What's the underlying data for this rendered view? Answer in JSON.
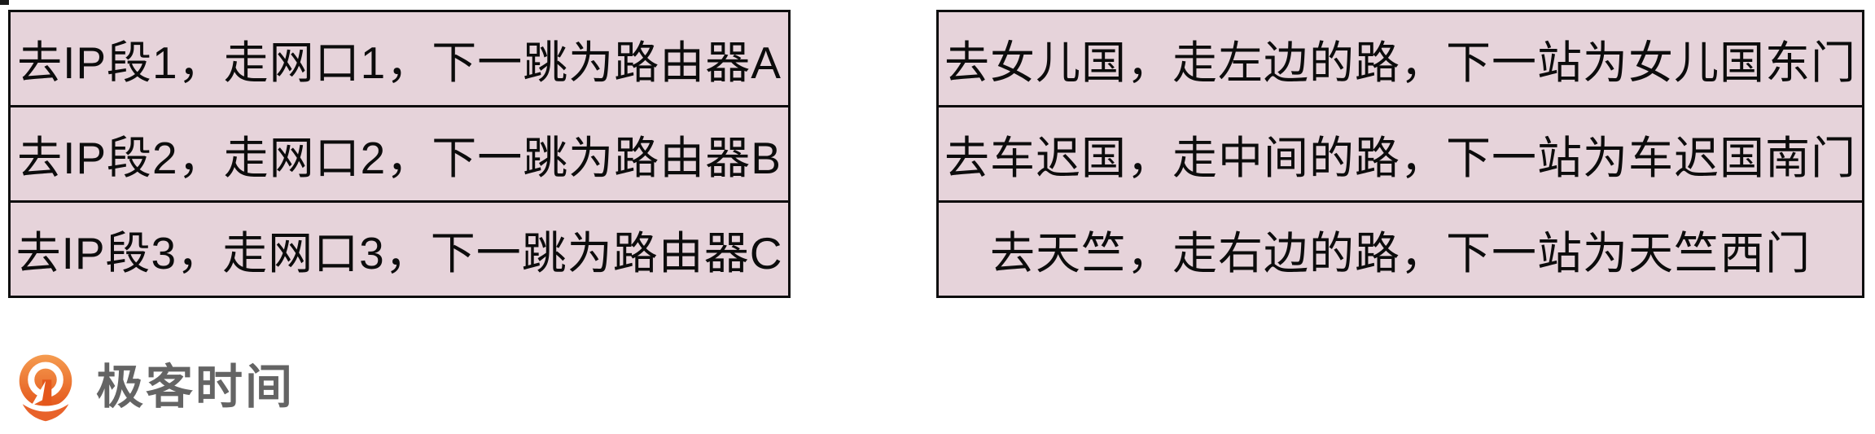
{
  "page": {
    "background": "#ffffff",
    "description": "Two routing-table analogy boxes from a networking course slide"
  },
  "colors": {
    "cell_background": "#e6d3da",
    "cell_border": "#0d0d0d",
    "cell_text": "#0c0c0c",
    "logo_orange_top": "#f59c50",
    "logo_orange_bottom": "#e4571c",
    "logo_text_gray": "#646464"
  },
  "left_table": {
    "rows": [
      "去IP段1，走网口1，下一跳为路由器A",
      "去IP段2，走网口2，下一跳为路由器B",
      "去IP段3，走网口3，下一跳为路由器C"
    ]
  },
  "right_table": {
    "rows": [
      "去女儿国，走左边的路，下一站为女儿国东门",
      "去车迟国，走中间的路，下一站为车迟国南门",
      "去天竺，走右边的路，下一站为天竺西门"
    ]
  },
  "logo": {
    "text": "极客时间",
    "mark": "geektime-pin-logo"
  }
}
